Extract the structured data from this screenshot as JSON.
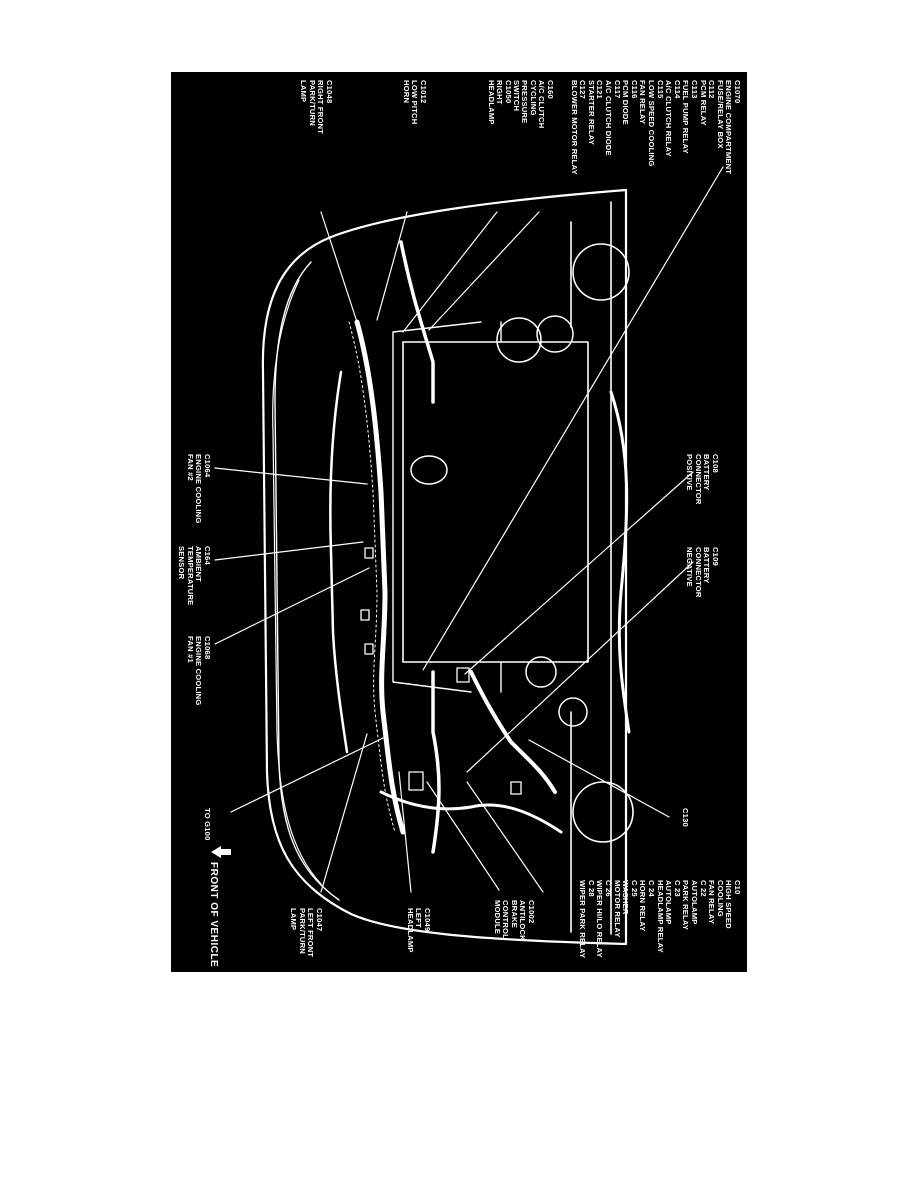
{
  "diagram": {
    "colors": {
      "background": "#000000",
      "ink": "#ffffff",
      "page": "#ffffff"
    },
    "labels": {
      "c1070": "C1070\nENGINE COMPARTMENT\nFUSE/RELAY BOX\nC112\nPCM RELAY\nC113\nFUEL PUMP RELAY\nC114\nA/C CLUTCH RELAY\nC115\nLOW SPEED COOLING\nFAN RELAY\nC116\nPCM DIODE\nC117\nA/C CLUTCH DIODE\nC121\nSTARTER RELAY\nC127\nBLOWER MOTOR RELAY",
      "c160": "C160\nA/C CLUTCH\nCYCLING\nPRESSURE\nSWITCH",
      "c1050": "C1050\nRIGHT\nHEADLAMP",
      "c1012": "C1012\nLOW PITCH\nHORN",
      "c1048": "C1048\nRIGHT FRONT\nPARK/TURN\nLAMP",
      "c108": "C108\nBATTERY\nCONNECTOR\nPOSITIVE",
      "c109": "C109\nBATTERY\nCONNECTOR\nNEGATIVE",
      "c1064": "C1064\nENGINE COOLING\nFAN #2",
      "c164": "C164\nAMBIENT\nTEMPERATURE\nSENSOR",
      "c1068": "C1068\nENGINE COOLING\nFAN #1",
      "c130": "C130",
      "to_g100": "TO G100",
      "c10_relays": "C10\nHIGH SPEED\nCOOLING\nFAN RELAY\nC 22\nAUTOLAMP\nPARK RELAY\nC 23\nAUTOLAMP\nHEADLAMP RELAY\nC 24\nHORN RELAY\nC 25\nWASHER\nMOTOR RELAY\nC 26\nWIPER HI/LO RELAY\nC 28\nWIPER PARK RELAY",
      "c1002": "C1002\nANTILOCK\nBRAKE\nCONTROL\nMODULE",
      "c1049": "C1049\nLEFT\nHEADLAMP",
      "c1047": "C1047\nLEFT FRONT\nPARK/TURN\nLAMP",
      "front_of_vehicle": "FRONT OF VEHICLE"
    },
    "icons": {
      "front_arrow": "front-of-vehicle-arrow-icon"
    }
  }
}
